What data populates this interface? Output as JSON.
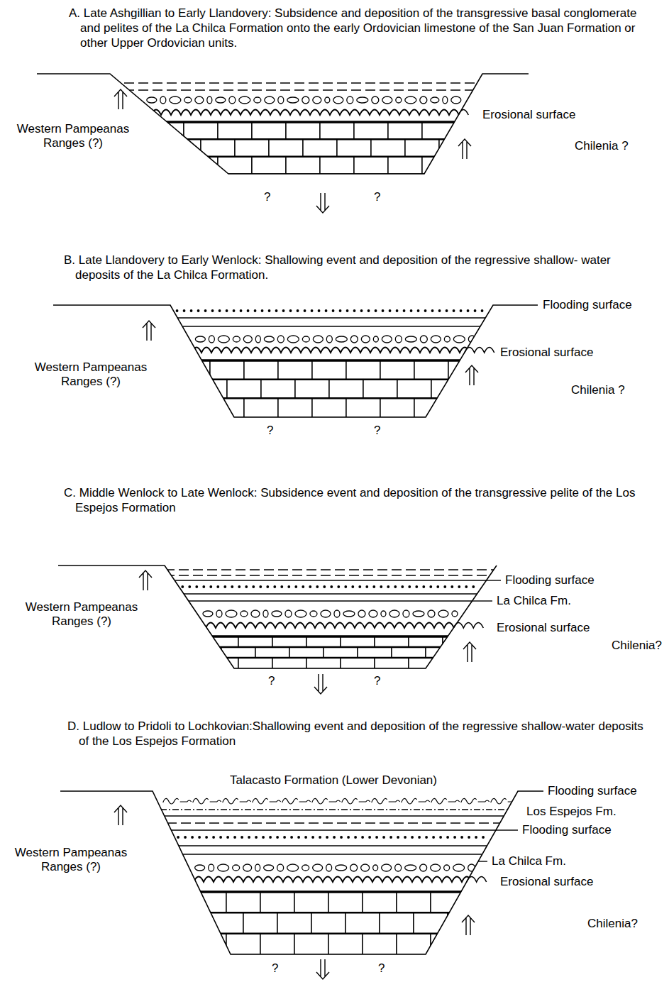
{
  "diagram": {
    "labels": [
      "A. Late Ashgillian to Early Llandovery: Subsidence and deposition of the transgressive basal conglomerate and pelites of the La Chilca Formation onto the early Ordovician limestone of the San Juan Formation or other Upper Ordovician units.",
      "Western Pampeanas Ranges (?)",
      "Erosional surface",
      "Chilenia ?",
      "?",
      "?",
      "B. Late Llandovery to Early Wenlock: Shallowing event and deposition of the regressive shallow- water deposits of the La Chilca Formation.",
      "Flooding surface",
      "Erosional surface",
      "Western Pampeanas Ranges (?)",
      "Chilenia ?",
      "?",
      "?",
      "C. Middle Wenlock to Late Wenlock: Subsidence event and deposition of the transgressive pelite of the Los Espejos Formation",
      "Flooding surface",
      "La Chilca Fm.",
      "Erosional surface",
      "Western Pampeanas Ranges (?)",
      "Chilenia?",
      "?",
      "?",
      "D. Ludlow to Pridoli to Lochkovian:Shallowing event and deposition of the regressive shallow-water deposits of the Los Espejos Formation",
      "Talacasto Formation (Lower Devonian)",
      "Flooding surface",
      "Los Espejos Fm.",
      "Flooding surface",
      "La Chilca Fm.",
      "Erosional surface",
      "Western Pampeanas Ranges (?)",
      "Chilenia?",
      "?",
      "?"
    ]
  }
}
